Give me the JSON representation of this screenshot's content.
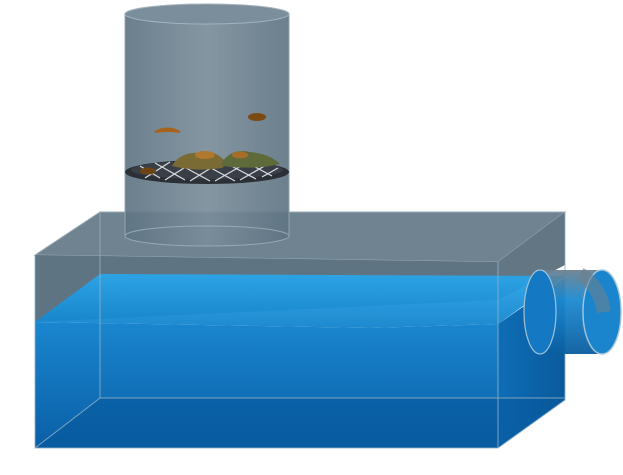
{
  "diagram": {
    "parts": [
      {
        "id": "filter-cylinder",
        "label": ""
      },
      {
        "id": "mesh-strainer",
        "label": ""
      },
      {
        "id": "solid-residue",
        "label": ""
      },
      {
        "id": "water-tank",
        "label": ""
      },
      {
        "id": "outlet-pipe",
        "label": ""
      }
    ]
  },
  "colors": {
    "glass": "#6b7f8e",
    "glass_edge": "#8fa0ac",
    "water_top": "#1a8fd6",
    "water_front": "#0a6fb8",
    "water_deep": "#07579a",
    "residue": "#8a6a2e",
    "residue_dark": "#5b4a1e",
    "mesh": "#2b2f36",
    "mesh_wire": "#d8dde2"
  }
}
